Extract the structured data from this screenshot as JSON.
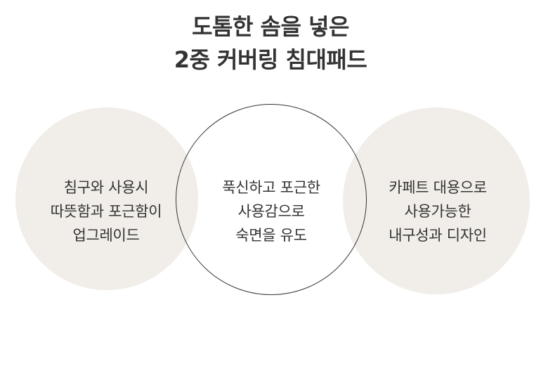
{
  "title": {
    "line1": "도톰한 솜을 넣은",
    "line2": "2중 커버링 침대패드"
  },
  "features": [
    {
      "lines": [
        "침구와 사용시",
        "따뜻함과 포근함이",
        "업그레이드"
      ]
    },
    {
      "lines": [
        "푹신하고 포근한",
        "사용감으로",
        "숙면을 유도"
      ]
    },
    {
      "lines": [
        "카페트 대용으로",
        "사용가능한",
        "내구성과 디자인"
      ]
    }
  ],
  "colors": {
    "circle_fill": "#f1eee9",
    "outline": "#333333",
    "text": "#333333"
  }
}
